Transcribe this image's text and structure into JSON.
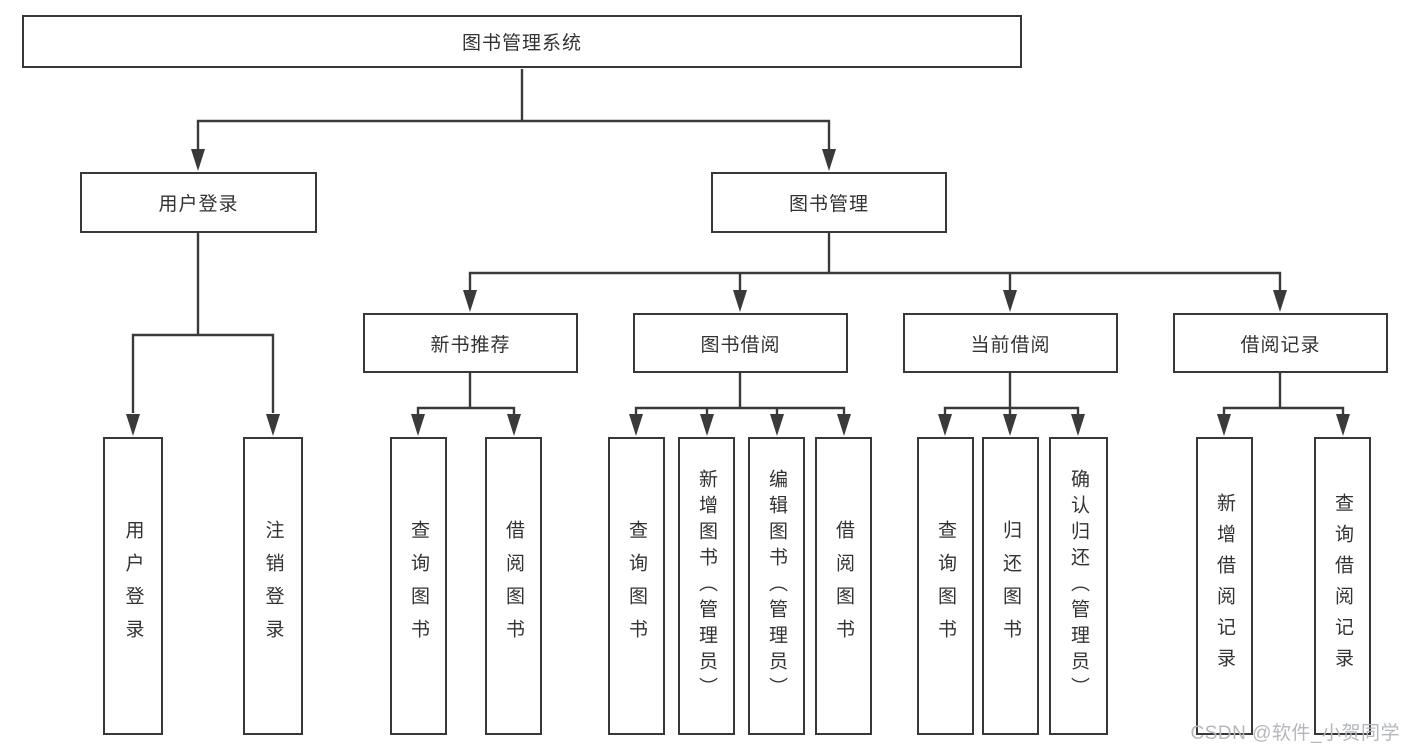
{
  "title": "图书管理系统",
  "tree": {
    "root": {
      "label": "图书管理系统"
    },
    "branches": [
      {
        "label": "用户登录",
        "children": [
          "用户登录",
          "注销登录"
        ]
      },
      {
        "label": "图书管理",
        "children": [
          {
            "label": "新书推荐",
            "children": [
              "查询图书",
              "借阅图书"
            ]
          },
          {
            "label": "图书借阅",
            "children": [
              "查询图书",
              "新增图书（管理员）",
              "编辑图书（管理员）",
              "借阅图书"
            ]
          },
          {
            "label": "当前借阅",
            "children": [
              "查询图书",
              "归还图书",
              "确认归还（管理员）"
            ]
          },
          {
            "label": "借阅记录",
            "children": [
              "新增借阅记录",
              "查询借阅记录"
            ]
          }
        ]
      }
    ]
  },
  "colors": {
    "line": "#3a3a3a",
    "border": "#383838",
    "text": "#333333",
    "watermark": "#b4b7bc",
    "background": "#ffffff"
  },
  "watermark": {
    "text": "CSDN @软件_小贺同学"
  }
}
